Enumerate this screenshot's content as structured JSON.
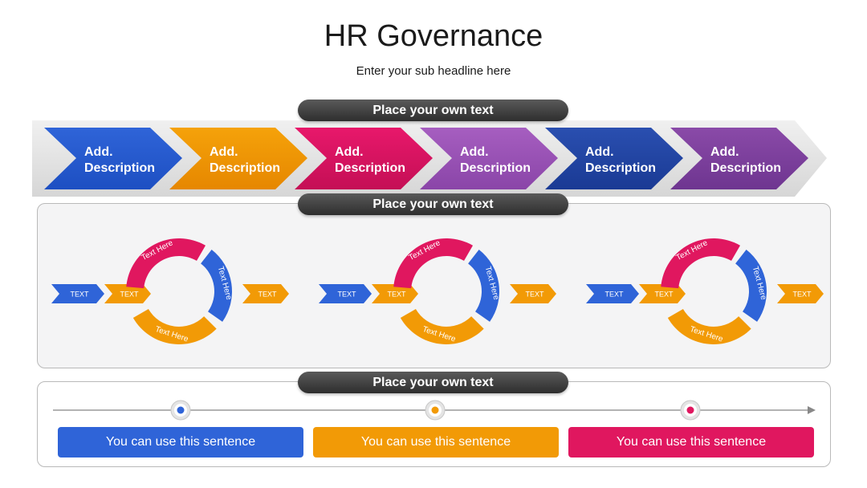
{
  "header": {
    "title": "HR Governance",
    "subtitle": "Enter your sub headline here"
  },
  "pills": [
    "Place your own text",
    "Place your own text",
    "Place your own text"
  ],
  "chevrons": [
    {
      "line1": "Add.",
      "line2": "Description",
      "color_start": "#2f64d8",
      "color_end": "#1d4fc2"
    },
    {
      "line1": "Add.",
      "line2": "Description",
      "color_start": "#f5a20a",
      "color_end": "#e68700"
    },
    {
      "line1": "Add.",
      "line2": "Description",
      "color_start": "#e8186b",
      "color_end": "#c40f55"
    },
    {
      "line1": "Add.",
      "line2": "Description",
      "color_start": "#a65ec0",
      "color_end": "#8a45a8"
    },
    {
      "line1": "Add.",
      "line2": "Description",
      "color_start": "#2a4fb0",
      "color_end": "#1a3a94"
    },
    {
      "line1": "Add.",
      "line2": "Description",
      "color_start": "#8a4aa8",
      "color_end": "#6e3590"
    }
  ],
  "cycles": [
    {
      "in1": "TEXT",
      "in2": "TEXT",
      "top": "Text Here",
      "right": "Text Here",
      "bottom": "Text Here",
      "out": "TEXT"
    },
    {
      "in1": "TEXT",
      "in2": "TEXT",
      "top": "Text Here",
      "right": "Text Here",
      "bottom": "Text Here",
      "out": "TEXT"
    },
    {
      "in1": "TEXT",
      "in2": "TEXT",
      "top": "Text Here",
      "right": "Text Here",
      "bottom": "Text Here",
      "out": "TEXT"
    }
  ],
  "timeline": [
    {
      "text": "You can use this sentence",
      "color": "#2f64d8"
    },
    {
      "text": "You can use this sentence",
      "color": "#f29a06"
    },
    {
      "text": "You can use this sentence",
      "color": "#e0175f"
    }
  ],
  "colors": {
    "blue": "#2f64d8",
    "orange": "#f29a06",
    "pink": "#e0175f",
    "purple": "#9b55b8"
  }
}
